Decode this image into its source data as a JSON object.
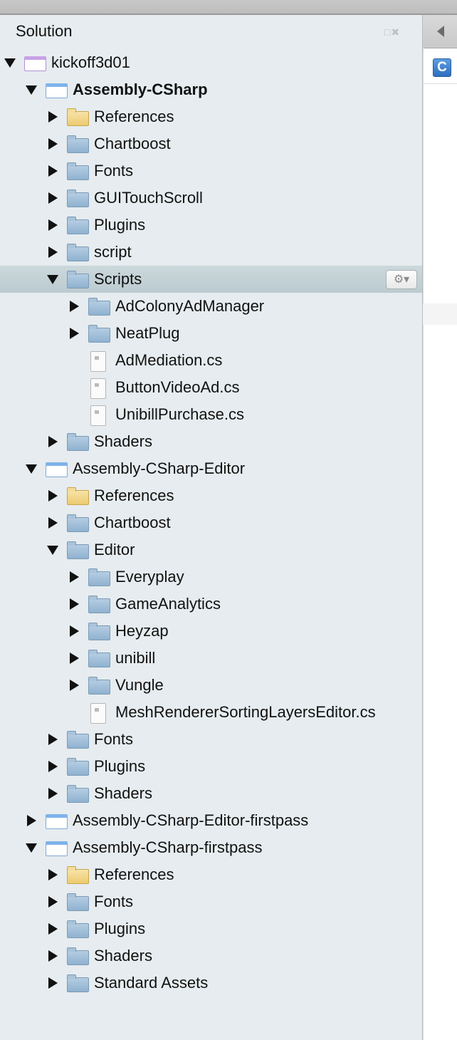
{
  "panel": {
    "title": "Solution",
    "window_buttons": "□✖"
  },
  "right": {
    "collapse_icon": "◀",
    "badge": "C"
  },
  "tree": [
    {
      "label": "kickoff3d01",
      "level": 0,
      "type": "solution",
      "state": "expanded"
    },
    {
      "label": "Assembly-CSharp",
      "level": 1,
      "type": "project",
      "state": "expanded",
      "bold": true
    },
    {
      "label": "References",
      "level": 2,
      "type": "references",
      "state": "collapsed"
    },
    {
      "label": "Chartboost",
      "level": 2,
      "type": "folder",
      "state": "collapsed"
    },
    {
      "label": "Fonts",
      "level": 2,
      "type": "folder",
      "state": "collapsed"
    },
    {
      "label": "GUITouchScroll",
      "level": 2,
      "type": "folder",
      "state": "collapsed"
    },
    {
      "label": "Plugins",
      "level": 2,
      "type": "folder",
      "state": "collapsed"
    },
    {
      "label": "script",
      "level": 2,
      "type": "folder",
      "state": "collapsed"
    },
    {
      "label": "Scripts",
      "level": 2,
      "type": "folder",
      "state": "expanded",
      "selected": true,
      "gear": "⚙▾"
    },
    {
      "label": "AdColonyAdManager",
      "level": 3,
      "type": "folder",
      "state": "collapsed"
    },
    {
      "label": "NeatPlug",
      "level": 3,
      "type": "folder",
      "state": "collapsed"
    },
    {
      "label": "AdMediation.cs",
      "level": 3,
      "type": "file",
      "state": "none"
    },
    {
      "label": "ButtonVideoAd.cs",
      "level": 3,
      "type": "file",
      "state": "none"
    },
    {
      "label": "UnibillPurchase.cs",
      "level": 3,
      "type": "file",
      "state": "none"
    },
    {
      "label": "Shaders",
      "level": 2,
      "type": "folder",
      "state": "collapsed"
    },
    {
      "label": "Assembly-CSharp-Editor",
      "level": 1,
      "type": "project",
      "state": "expanded"
    },
    {
      "label": "References",
      "level": 2,
      "type": "references",
      "state": "collapsed"
    },
    {
      "label": "Chartboost",
      "level": 2,
      "type": "folder",
      "state": "collapsed"
    },
    {
      "label": "Editor",
      "level": 2,
      "type": "folder",
      "state": "expanded"
    },
    {
      "label": "Everyplay",
      "level": 3,
      "type": "folder",
      "state": "collapsed"
    },
    {
      "label": "GameAnalytics",
      "level": 3,
      "type": "folder",
      "state": "collapsed"
    },
    {
      "label": "Heyzap",
      "level": 3,
      "type": "folder",
      "state": "collapsed"
    },
    {
      "label": "unibill",
      "level": 3,
      "type": "folder",
      "state": "collapsed"
    },
    {
      "label": "Vungle",
      "level": 3,
      "type": "folder",
      "state": "collapsed"
    },
    {
      "label": "MeshRendererSortingLayersEditor.cs",
      "level": 3,
      "type": "file",
      "state": "none"
    },
    {
      "label": "Fonts",
      "level": 2,
      "type": "folder",
      "state": "collapsed"
    },
    {
      "label": "Plugins",
      "level": 2,
      "type": "folder",
      "state": "collapsed"
    },
    {
      "label": "Shaders",
      "level": 2,
      "type": "folder",
      "state": "collapsed"
    },
    {
      "label": "Assembly-CSharp-Editor-firstpass",
      "level": 1,
      "type": "project",
      "state": "collapsed"
    },
    {
      "label": "Assembly-CSharp-firstpass",
      "level": 1,
      "type": "project",
      "state": "expanded"
    },
    {
      "label": "References",
      "level": 2,
      "type": "references",
      "state": "collapsed"
    },
    {
      "label": "Fonts",
      "level": 2,
      "type": "folder",
      "state": "collapsed"
    },
    {
      "label": "Plugins",
      "level": 2,
      "type": "folder",
      "state": "collapsed"
    },
    {
      "label": "Shaders",
      "level": 2,
      "type": "folder",
      "state": "collapsed"
    },
    {
      "label": "Standard Assets",
      "level": 2,
      "type": "folder",
      "state": "collapsed"
    }
  ]
}
